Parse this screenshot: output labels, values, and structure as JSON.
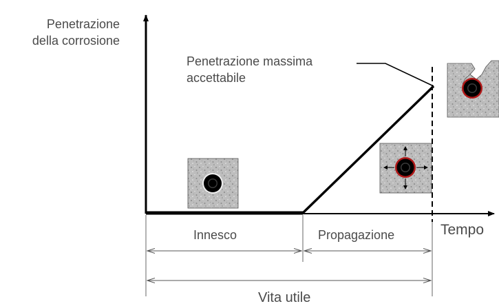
{
  "diagram": {
    "y_axis_label_line1": "Penetrazione",
    "y_axis_label_line2": "della corrosione",
    "x_axis_label": "Tempo",
    "max_label_line1": "Penetrazione massima",
    "max_label_line2": "accettabile",
    "phase_initiation": "Innesco",
    "phase_propagation": "Propagazione",
    "service_life": "Vita utile"
  },
  "colors": {
    "line": "#000000",
    "concrete": "#b8b8b8",
    "rebar_rust_ring": "#b01818",
    "text": "#4a4a4a"
  }
}
